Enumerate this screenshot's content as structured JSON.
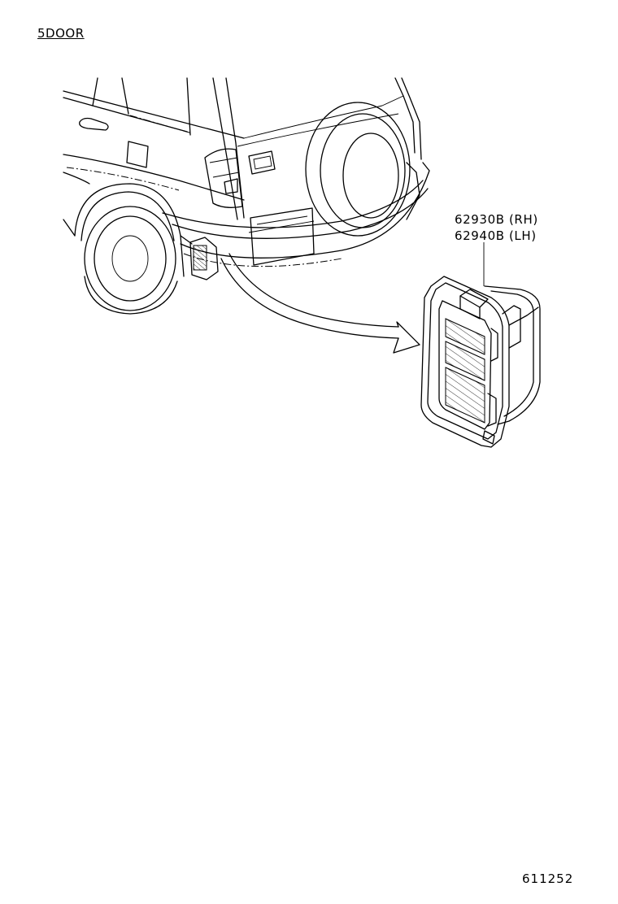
{
  "variant_label": "5DOOR",
  "parts": [
    {
      "number": "62930B",
      "side": "(RH)",
      "label": "62930B (RH)"
    },
    {
      "number": "62940B",
      "side": "(LH)",
      "label": "62940B (LH)"
    }
  ],
  "figure_number": "611252",
  "icons": [
    "vehicle-rear-illustration",
    "quarter-vent-duct-illustration",
    "callout-arrow"
  ]
}
